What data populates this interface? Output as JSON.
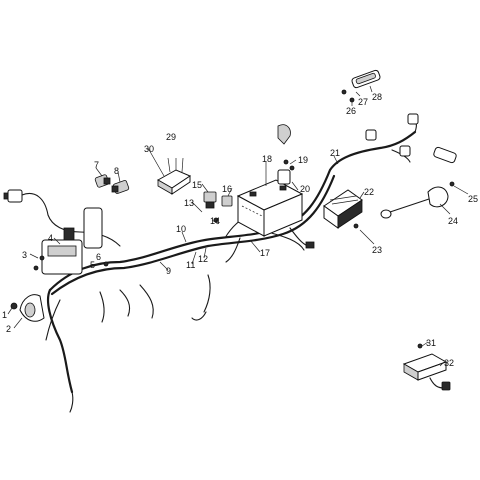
{
  "callouts": [
    {
      "id": "1",
      "text": "1"
    },
    {
      "id": "2",
      "text": "2"
    },
    {
      "id": "3",
      "text": "3"
    },
    {
      "id": "4",
      "text": "4"
    },
    {
      "id": "5",
      "text": "5"
    },
    {
      "id": "6",
      "text": "6"
    },
    {
      "id": "7",
      "text": "7"
    },
    {
      "id": "8",
      "text": "8"
    },
    {
      "id": "9",
      "text": "9"
    },
    {
      "id": "10",
      "text": "10"
    },
    {
      "id": "11",
      "text": "11"
    },
    {
      "id": "12",
      "text": "12"
    },
    {
      "id": "13",
      "text": "13"
    },
    {
      "id": "14",
      "text": "14"
    },
    {
      "id": "15",
      "text": "15"
    },
    {
      "id": "16",
      "text": "16"
    },
    {
      "id": "17",
      "text": "17"
    },
    {
      "id": "18",
      "text": "18"
    },
    {
      "id": "19",
      "text": "19"
    },
    {
      "id": "20",
      "text": "20"
    },
    {
      "id": "21",
      "text": "21"
    },
    {
      "id": "22",
      "text": "22"
    },
    {
      "id": "23",
      "text": "23"
    },
    {
      "id": "24",
      "text": "24"
    },
    {
      "id": "25",
      "text": "25"
    },
    {
      "id": "26",
      "text": "26"
    },
    {
      "id": "27",
      "text": "27"
    },
    {
      "id": "28",
      "text": "28"
    },
    {
      "id": "29",
      "text": "29"
    },
    {
      "id": "30",
      "text": "30"
    },
    {
      "id": "31",
      "text": "31"
    },
    {
      "id": "32",
      "text": "32"
    }
  ]
}
